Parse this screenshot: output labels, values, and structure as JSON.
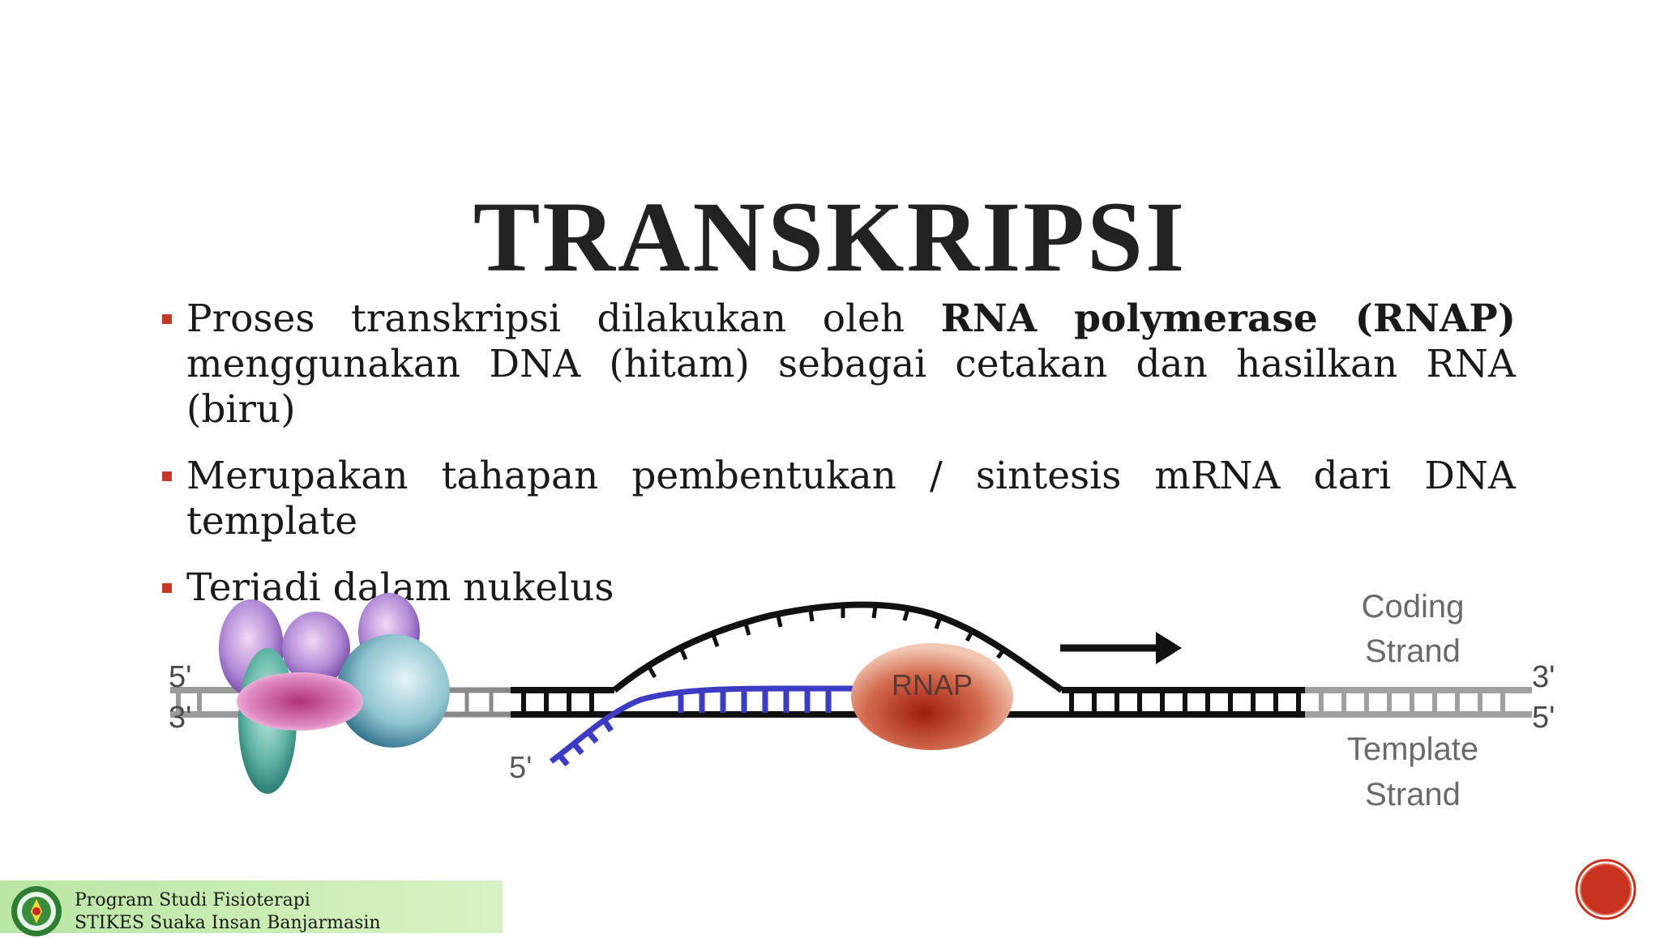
{
  "slide": {
    "title": "TRANSKRIPSI",
    "bullets": [
      {
        "before": "Proses transkripsi dilakukan oleh ",
        "bold": "RNA polymerase (RNAP)",
        "after": " menggunakan DNA (hitam) sebagai cetakan dan hasilkan RNA (biru)"
      },
      {
        "before": "Merupakan tahapan pembentukan / sintesis mRNA dari DNA template",
        "bold": "",
        "after": ""
      },
      {
        "before": "Terjadi dalam nukelus",
        "bold": "",
        "after": ""
      }
    ]
  },
  "diagram": {
    "labels": {
      "left_top": "5'",
      "left_bottom": "3'",
      "rna_start": "5'",
      "enzyme": "RNAP",
      "coding_line1": "Coding",
      "coding_line2": "Strand",
      "template_line1": "Template",
      "template_line2": "Strand",
      "right_top": "3'",
      "right_bottom": "5'"
    },
    "colors": {
      "dna": "#111111",
      "dna_faded": "#9a9a9a",
      "rna": "#3b3bc4",
      "rnap": "#c0503a"
    }
  },
  "footer": {
    "line1": "Program Studi Fisioterapi",
    "line2": "STIKES Suaka Insan Banjarmasin"
  },
  "colors": {
    "bullet_marker": "#c0392b",
    "footer_bg": "#c4eaae",
    "badge": "#c8321e"
  }
}
